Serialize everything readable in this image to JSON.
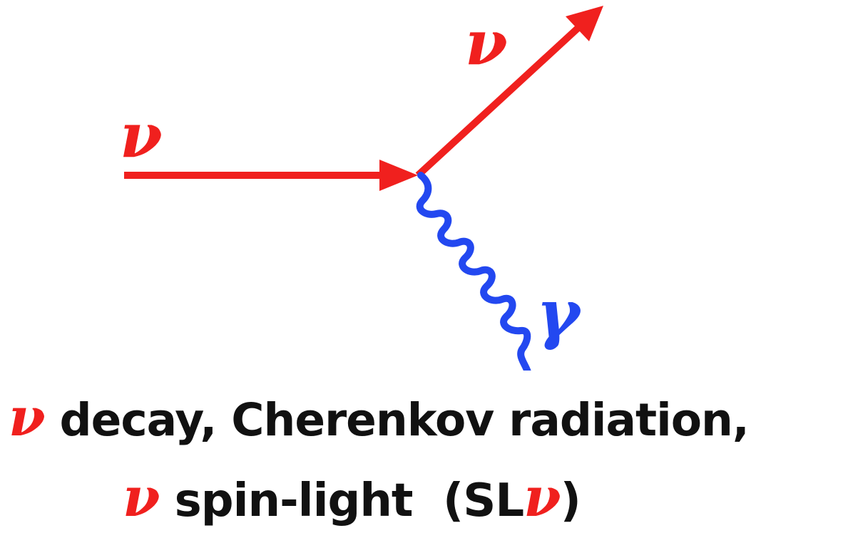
{
  "diagram": {
    "incoming_label": "ν",
    "outgoing_label": "ν",
    "photon_label": "γ"
  },
  "caption": {
    "line1": {
      "symbol": "ν",
      "text": " decay, Cherenkov radiation,"
    },
    "line2": {
      "symbol": "ν",
      "text_before": " spin-light  (SL",
      "symbol_inner": "ν",
      "text_after": ")"
    }
  },
  "colors": {
    "neutrino": "#f0201e",
    "photon": "#2348f0",
    "text": "#111111",
    "background": "#ffffff"
  }
}
